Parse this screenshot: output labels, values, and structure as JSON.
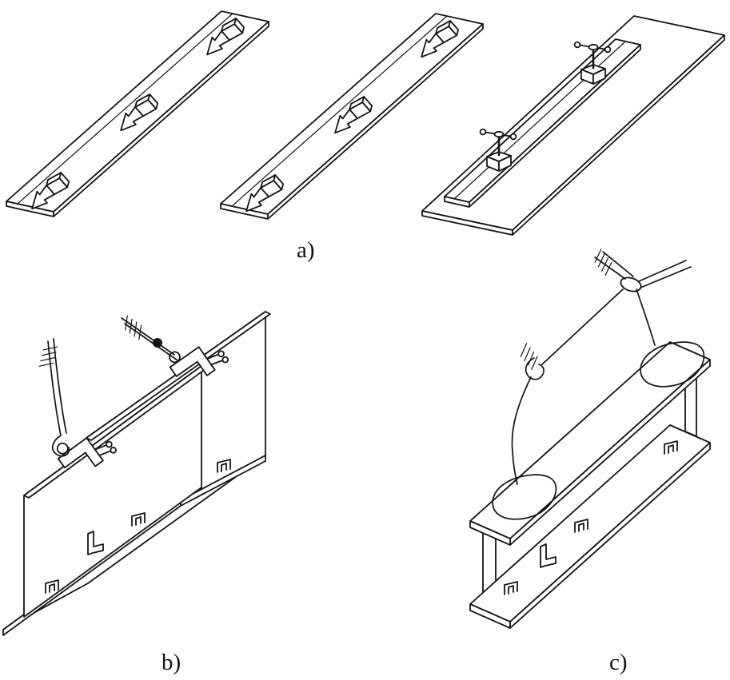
{
  "figure": {
    "labels": {
      "a": "a)",
      "b": "b)",
      "c": "c)"
    }
  }
}
